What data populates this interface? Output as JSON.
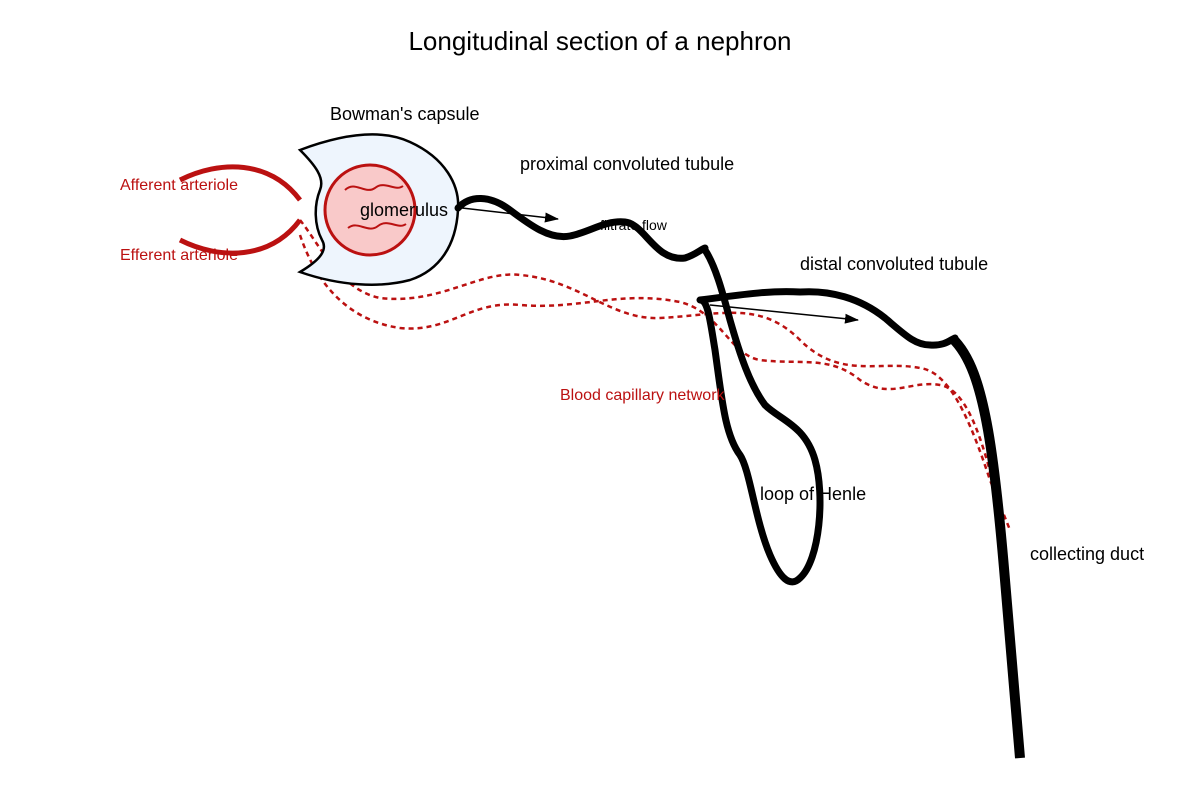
{
  "title": "Longitudinal section of a nephron",
  "labels": {
    "bowmans_capsule": "Bowman's capsule",
    "glomerulus": "glomerulus",
    "afferent_arteriole": "Afferent arteriole",
    "efferent_arteriole": "Efferent arteriole",
    "proximal_tubule": "proximal convoluted tubule",
    "filtrate_flow": "filtrate flow",
    "distal_tubule": "distal convoluted tubule",
    "blood_capillary_network": "Blood capillary network",
    "loop_of_henle": "loop of Henle",
    "collecting_duct": "collecting duct"
  },
  "colors": {
    "tubule": "#000000",
    "blood": "#bb1111",
    "capsule_fill": "#eef5fd",
    "glomerulus_fill": "#f9c9c9"
  }
}
